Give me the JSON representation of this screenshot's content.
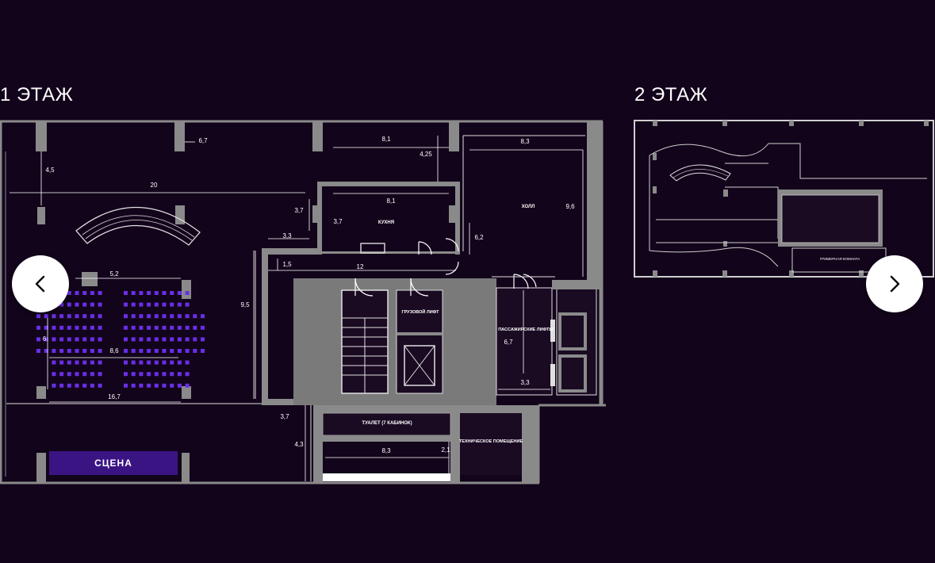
{
  "floors": [
    {
      "title": "1 ЭТАЖ"
    },
    {
      "title": "2 ЭТАЖ"
    }
  ],
  "nav": {
    "prev_icon": "chevron-left-icon",
    "next_icon": "chevron-right-icon"
  },
  "colors": {
    "background": "#12041b",
    "wall": "#8a8a8a",
    "seat": "#6a2ee8",
    "stage": "#3b1484"
  },
  "plan1": {
    "rooms": {
      "stage": "СЦЕНА",
      "kitchen": "КУХНЯ",
      "hall": "ХОЛЛ",
      "freight_lift": "ГРУЗОВОЙ ЛИФТ",
      "passenger_lifts": "ПАССАЖИРСКИЕ ЛИФТЫ",
      "toilet": "ТУАЛЕТ (7 КАБИНОК)",
      "tech_room": "ТЕХНИЧЕСКОЕ ПОМЕЩЕНИЕ"
    },
    "dims": {
      "d67a": "6,7",
      "d45": "4,5",
      "d20": "20",
      "d81a": "8,1",
      "d425": "4,25",
      "d83a": "8,3",
      "d96": "9,6",
      "d37a": "3,7",
      "d81b": "8,1",
      "d37b": "3,7",
      "d33a": "3,3",
      "d62": "6,2",
      "d15": "1,5",
      "d12": "12",
      "d52": "5,2",
      "d95": "9,5",
      "d6": "6",
      "d86": "8,6",
      "d167": "16,7",
      "d67b": "6,7",
      "d33b": "3,3",
      "d37c": "3,7",
      "d43": "4,3",
      "d83b": "8,3",
      "d21": "2,1"
    }
  },
  "plan2": {
    "rooms": {
      "makeup": "ГРИМЕРНАЯ КОМНАТА"
    }
  }
}
